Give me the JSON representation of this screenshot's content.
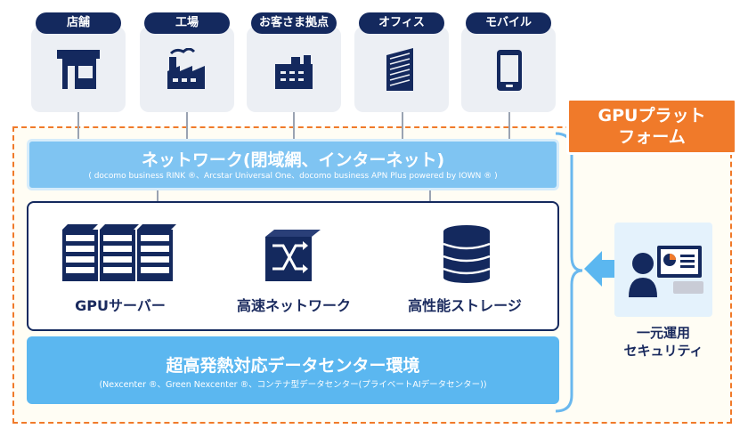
{
  "locations": [
    {
      "label": "店舗",
      "icon": "store-icon"
    },
    {
      "label": "工場",
      "icon": "factory-icon"
    },
    {
      "label": "お客さま拠点",
      "icon": "customer-site-icon"
    },
    {
      "label": "オフィス",
      "icon": "office-building-icon"
    },
    {
      "label": "モバイル",
      "icon": "mobile-phone-icon"
    }
  ],
  "platform_label_line1": "GPUプラット",
  "platform_label_line2": "フォーム",
  "network": {
    "title": "ネットワーク(閉域網、インターネット)",
    "subtitle": "( docomo business RINK ®、Arcstar Universal One、docomo business APN Plus powered by IOWN ® )"
  },
  "components": [
    {
      "label": "GPUサーバー",
      "icon": "gpu-server-icon"
    },
    {
      "label": "高速ネットワーク",
      "icon": "network-switch-icon"
    },
    {
      "label": "高性能ストレージ",
      "icon": "storage-database-icon"
    }
  ],
  "datacenter": {
    "title": "超高発熱対応データセンター環境",
    "subtitle": "(Nexcenter ®、Green Nexcenter ®、コンテナ型データセンター(プライベートAIデータセンター))"
  },
  "security": {
    "line1": "一元運用",
    "line2": "セキュリティ",
    "icon": "operator-dashboard-icon"
  },
  "colors": {
    "navy": "#14295e",
    "orange": "#f07a2a",
    "light_blue": "#7fc4f2",
    "blue": "#5bb7f0"
  }
}
